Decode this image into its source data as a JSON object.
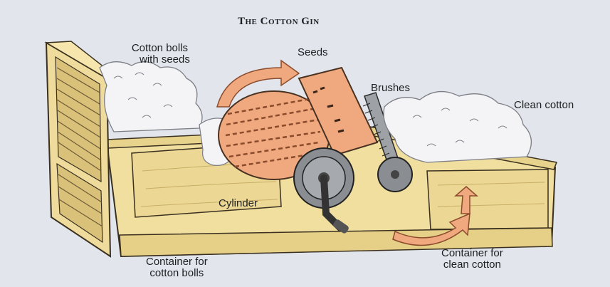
{
  "title": "The Cotton Gin",
  "labels": {
    "cotton_bolls_line1": "Cotton bolls",
    "cotton_bolls_line2": "with seeds",
    "seeds": "Seeds",
    "brushes": "Brushes",
    "clean_cotton": "Clean cotton",
    "cylinder": "Cylinder",
    "container_bolls_line1": "Container for",
    "container_bolls_line2": "cotton bolls",
    "container_clean_line1": "Container for",
    "container_clean_line2": "clean cotton"
  },
  "colors": {
    "background": "#e2e6ec",
    "wood": "#f1dfa0",
    "wood_dark": "#cdb46c",
    "arrow": "#f0a97f",
    "metal": "#8a8d92",
    "cotton": "#f4f4f6"
  }
}
